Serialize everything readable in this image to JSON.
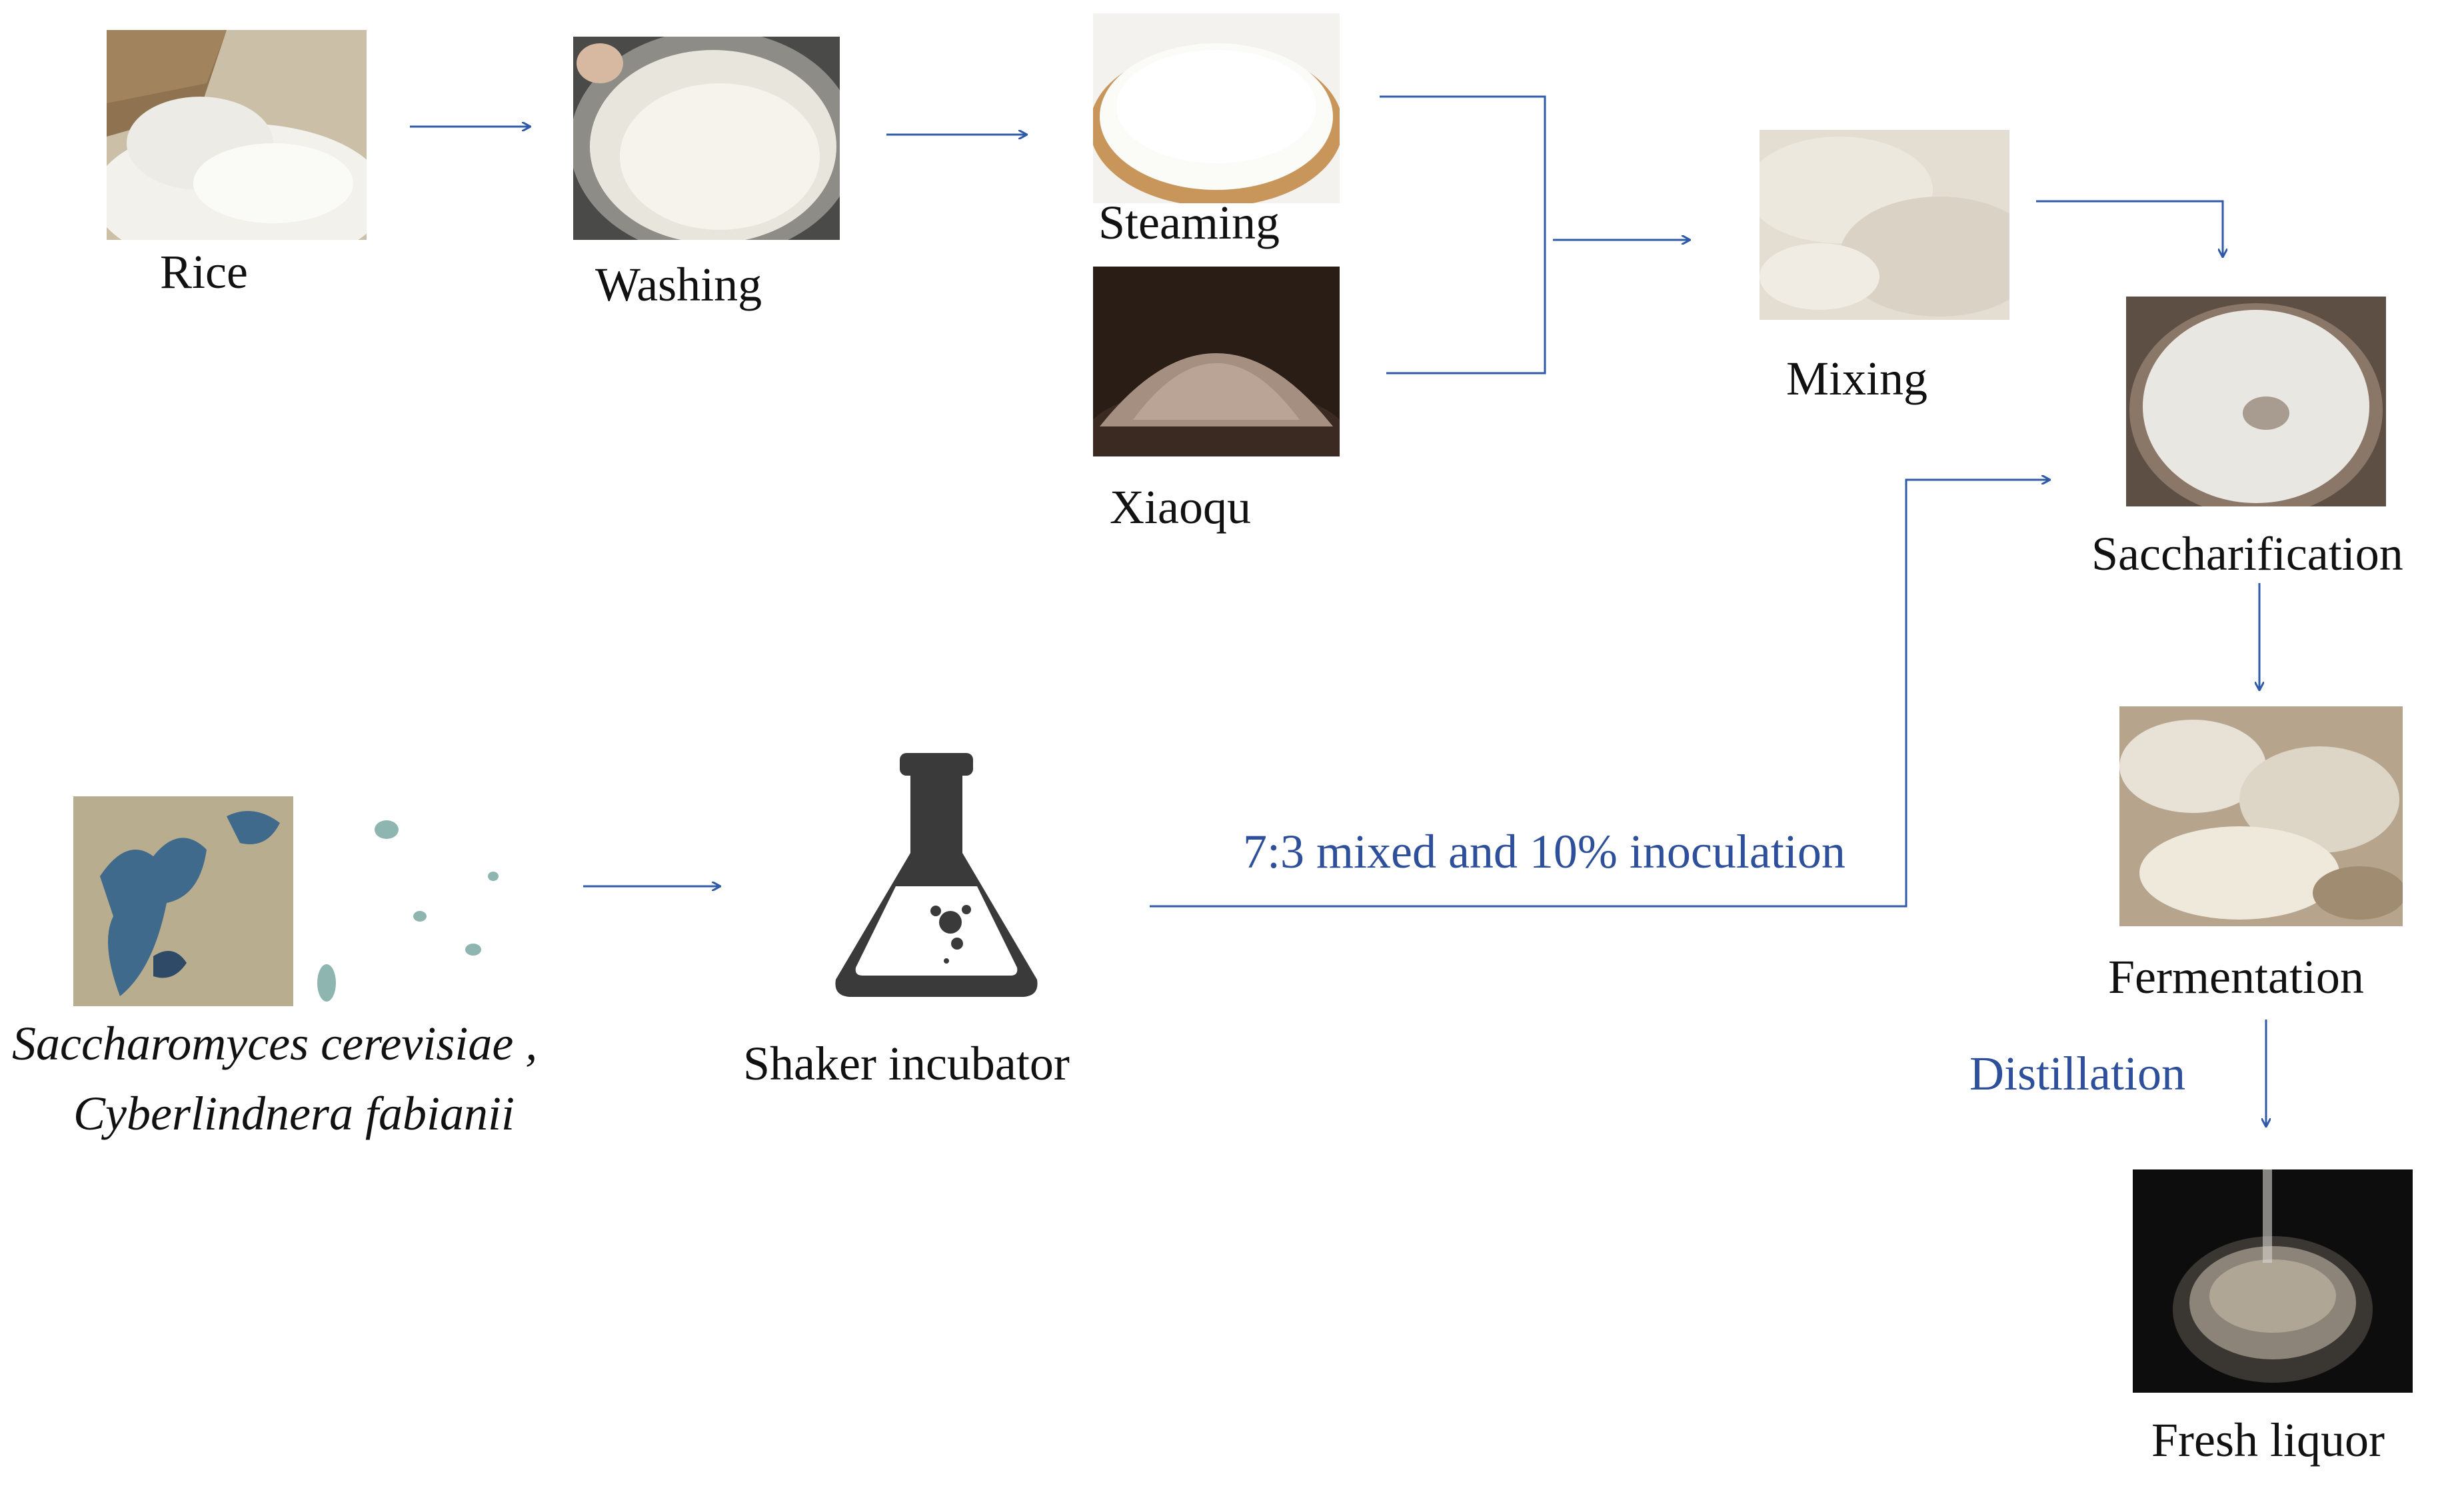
{
  "colors": {
    "arrow": "#2e5aa8",
    "annotation_text": "#2e4f9a",
    "label_text": "#111111"
  },
  "steps": {
    "rice": {
      "label": "Rice",
      "photo": "rice-photo"
    },
    "washing": {
      "label": "Washing",
      "photo": "washing-photo"
    },
    "steaming": {
      "label": "Steaming",
      "photo": "steamed-rice-photo"
    },
    "xiaoqu": {
      "label": "Xiaoqu",
      "photo": "xiaoqu-powder-photo"
    },
    "mixing": {
      "label": "Mixing",
      "photo": "mixing-photo"
    },
    "saccharification": {
      "label": "Saccharification",
      "photo": "saccharification-photo"
    },
    "fermentation": {
      "label": "Fermentation",
      "photo": "fermentation-photo"
    },
    "fresh_liquor": {
      "label": "Fresh liquor",
      "photo": "liquor-photo"
    },
    "yeasts": {
      "line1": "Saccharomyces cerevisiae ,",
      "line2": "Cyberlindnera fabianii",
      "photo": "yeast-micrograph"
    },
    "shaker": {
      "label": "Shaker incubator",
      "icon": "flask-icon"
    }
  },
  "annotations": {
    "inoculation": "7:3 mixed and 10% inoculation",
    "distillation": "Distillation"
  }
}
